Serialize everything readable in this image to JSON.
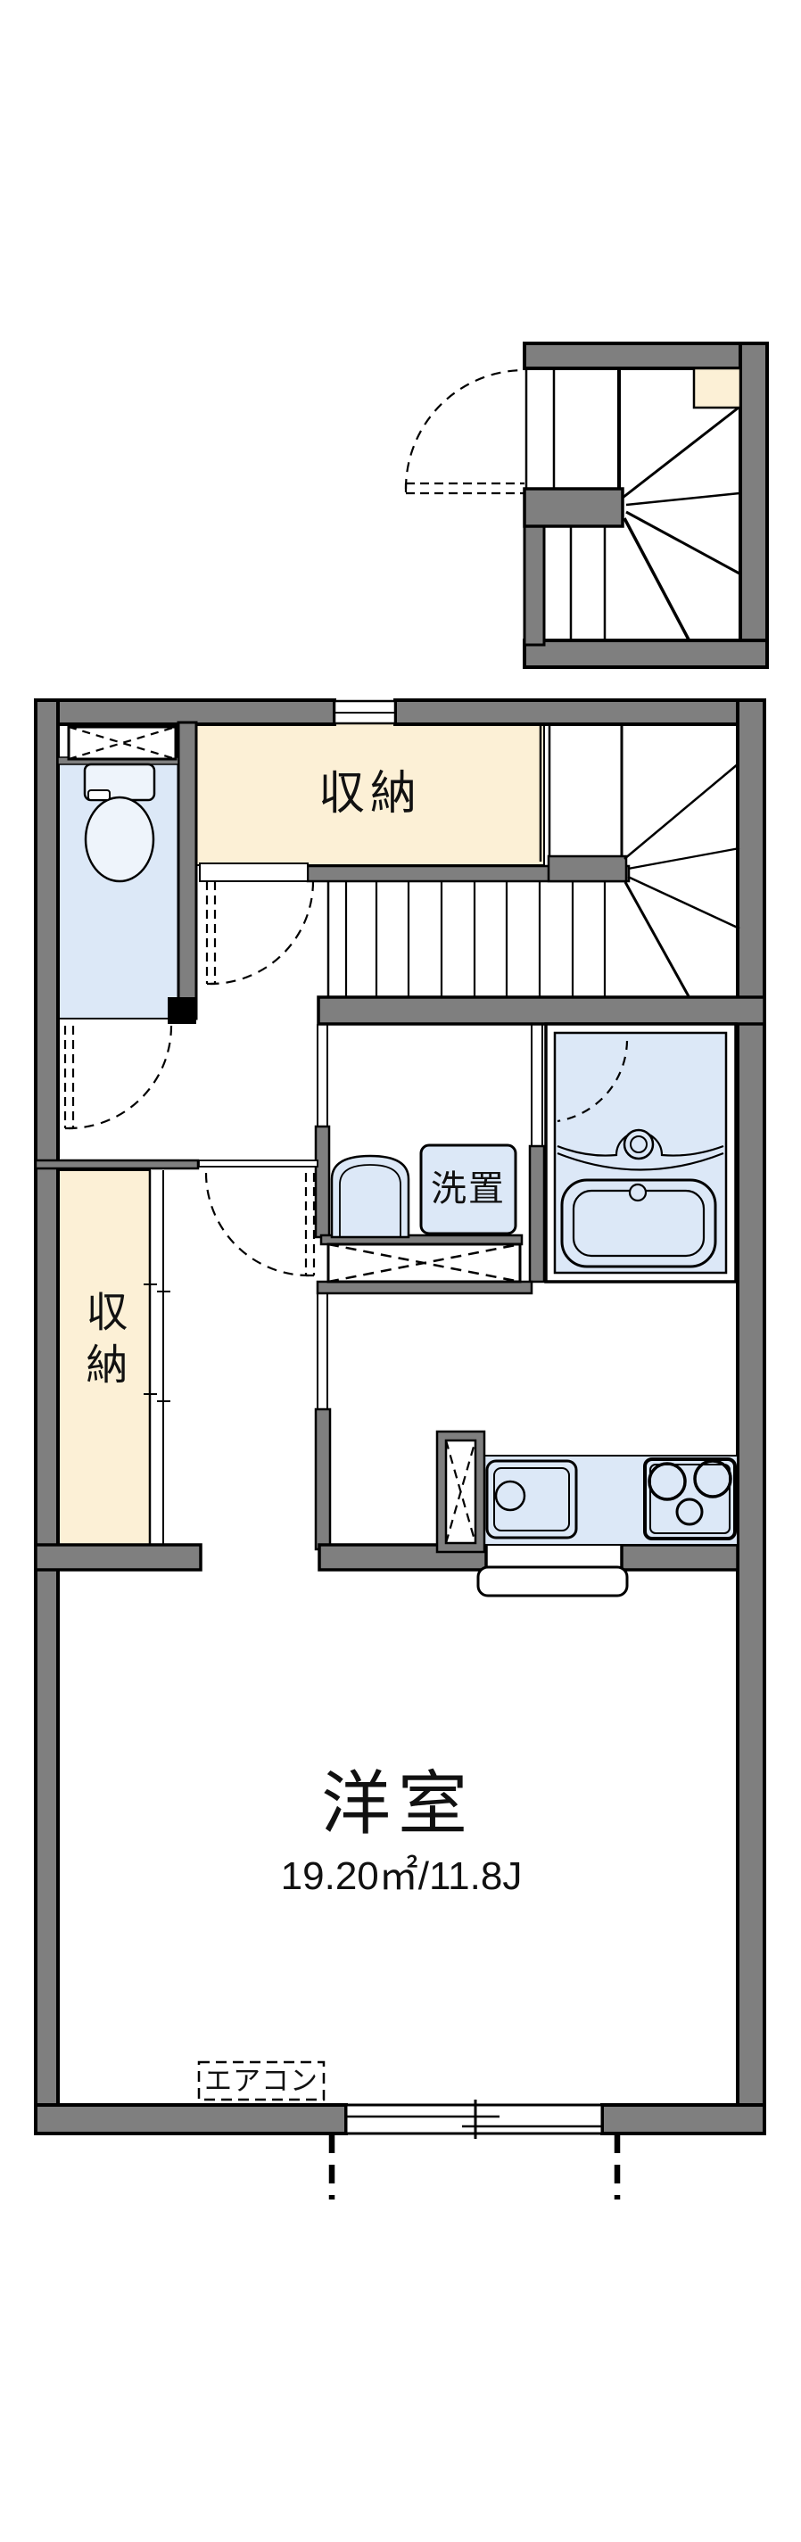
{
  "plan": {
    "type": "apartment-floor-plan",
    "labels": {
      "storage_top": "収納",
      "storage_left": "収納",
      "laundry_space": "洗置",
      "main_room": "洋室",
      "main_room_area": "19.20㎡/11.8J",
      "air_conditioner": "エアコン"
    },
    "colors": {
      "wall": "#7f7f7f",
      "cream": "#fcf0d6",
      "blue": "#dce8f7",
      "fixture": "#eef4fb",
      "line": "#000000",
      "bg": "#ffffff",
      "text": "#111111"
    }
  }
}
